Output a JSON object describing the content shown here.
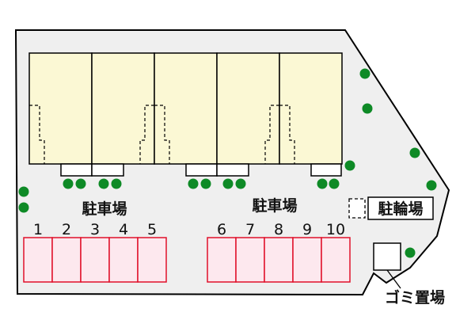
{
  "labels": {
    "parking_left": "駐車場",
    "parking_right": "駐車場",
    "bicycle_parking": "駐輪場",
    "garbage_area": "ゴミ置場"
  },
  "parking_left_numbers": [
    "1",
    "2",
    "3",
    "4",
    "5"
  ],
  "parking_right_numbers": [
    "6",
    "7",
    "8",
    "9",
    "10"
  ],
  "colors": {
    "lot": "#efefef",
    "building": "#fbf8d4",
    "parking_fill": "#fde8ee",
    "parking_stroke": "#e0102a",
    "tree": "#0e8a26",
    "outline": "#000000"
  }
}
